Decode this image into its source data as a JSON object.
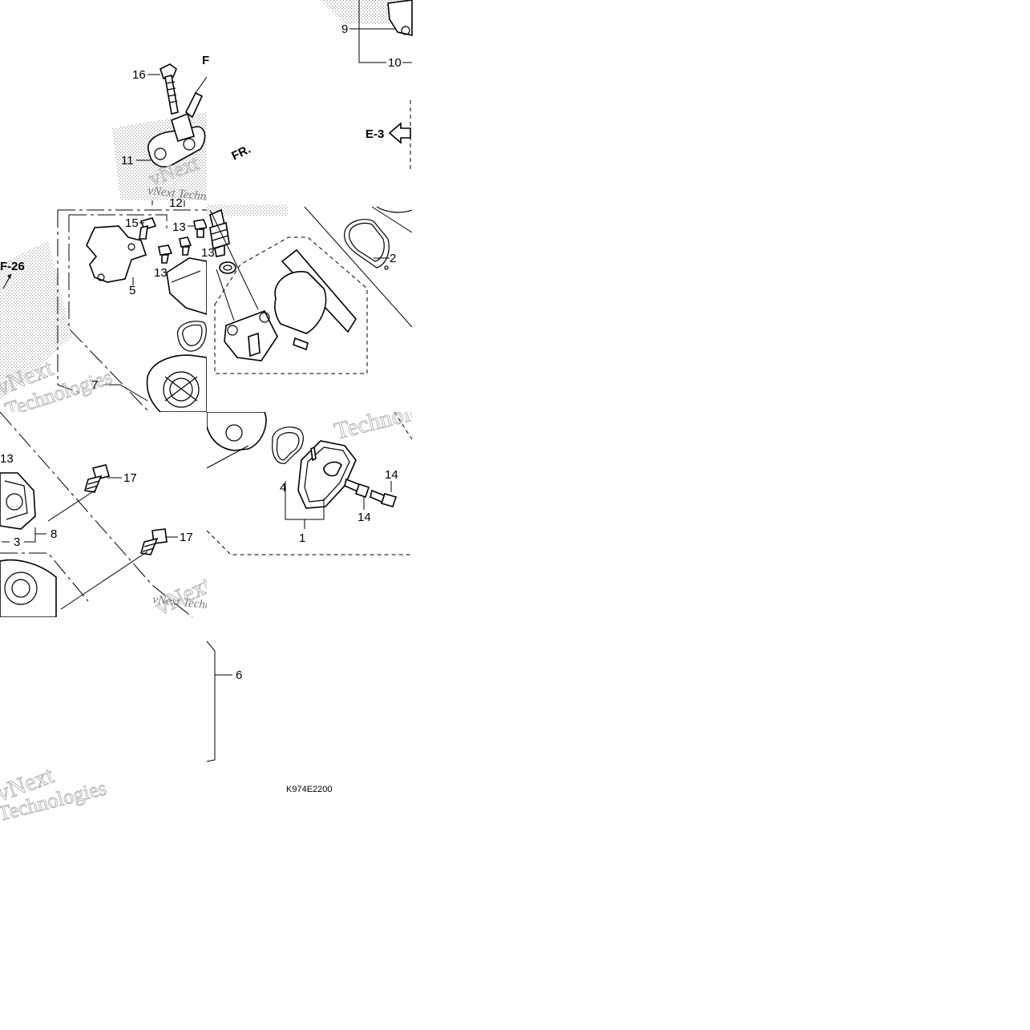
{
  "diagram_code": "K974E2200",
  "callouts": {
    "c1": "1",
    "c2": "2",
    "c3": "3",
    "c4": "4",
    "c5": "5",
    "c6": "6",
    "c7": "7",
    "c8": "8",
    "c9": "9",
    "c10": "10",
    "c11": "11",
    "c12": "12",
    "c13a": "13",
    "c13b": "13",
    "c13c": "13",
    "c14a": "14",
    "c14b": "14",
    "c15": "15",
    "c16": "16",
    "c17a": "17",
    "c17b": "17"
  },
  "references": {
    "e3": "E-3",
    "f26": "F-26",
    "front": "FR."
  },
  "watermarks": {
    "brand_1": "vNext",
    "brand_2": "Technologies",
    "brand_inline": "vNext Technologies"
  },
  "colors": {
    "ink": "#000000",
    "background": "#ffffff",
    "watermark": "#b8b8b8",
    "dither": "#9a9a9a"
  }
}
